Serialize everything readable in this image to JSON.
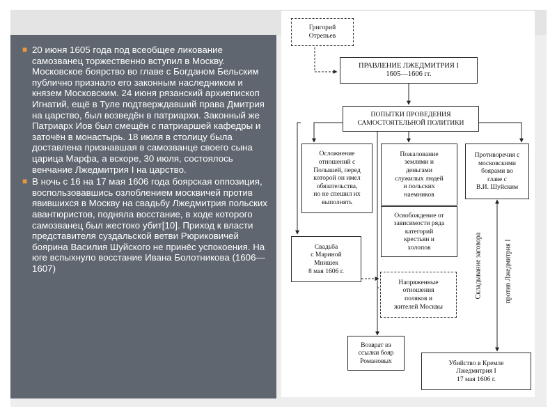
{
  "text_panel": {
    "paragraphs": [
      "20 июня 1605 года под всеобщее ликование самозванец торжественно вступил в Москву. Московское боярство во главе с Богданом Бельским публично признало его законным наследником и князем Московским. 24 июня рязанский архиепископ Игнатий, ещё в Туле подтверждавший права Дмитрия на царство, был возведён в патриархи. Законный же Патриарх Иов был смещён с патриаршей кафедры и заточён в монастырь. 18 июля в столицу была доставлена признавшая в самозванце своего сына царица Марфа, а вскоре, 30 июля, состоялось венчание Лжедмитрия I на царство.",
      "В ночь с 16 на 17 мая 1606 года боярская оппозиция, воспользовавшись озлоблением москвичей против явившихся в Москву на свадьбу Лжедмитрия польских авантюристов, подняла восстание, в ходе которого самозванец был жестоко убит[10]. Приход к власти представителя суздальской ветви Рюриковичей боярина Василия Шуйского не принёс успокоения. На юге вспыхнуло восстание Ивана Болотникова (1606—1607)"
    ]
  },
  "diagram": {
    "otrepyev": [
      "Григорий",
      "Отрепьев"
    ],
    "title": [
      "ПРАВЛЕНИЕ ЛЖЕДМИТРИЯ I",
      "1605—1606 гг."
    ],
    "policy": [
      "ПОПЫТКИ ПРОВЕДЕНИЯ",
      "САМОСТОЯТЕЛЬНОЙ ПОЛИТИКИ"
    ],
    "poland": [
      "Осложнение",
      "отношений с",
      "Полышей, перед",
      "которой он имел",
      "обязательства,",
      "но не спешил их",
      "выполнять"
    ],
    "grants": [
      "Пожалование",
      "землями и",
      "деньгами",
      "служилых людей",
      "и польских",
      "наемников"
    ],
    "contradictions": [
      "Противоречия с",
      "московскими",
      "боярами во",
      "главе с",
      "В.И. Шуйским"
    ],
    "release": [
      "Освобождение от",
      "зависимости ряда",
      "категорий",
      "крестьян и",
      "холопов"
    ],
    "wedding": [
      "Свадьба",
      "с Мариной",
      "Мнишек",
      "8 мая 1606 г."
    ],
    "tense": [
      "Напряженные",
      "отношения",
      "поляков и",
      "жителей Москвы"
    ],
    "return": [
      "Возврат из",
      "ссылки бояр",
      "Романовых"
    ],
    "murder": [
      "Убийство в Кремле",
      "Лжедмитрия I",
      "17 мая 1606 г."
    ],
    "side_label_1": "Складывание заговора",
    "side_label_2": "против Лжедмитрия I"
  }
}
